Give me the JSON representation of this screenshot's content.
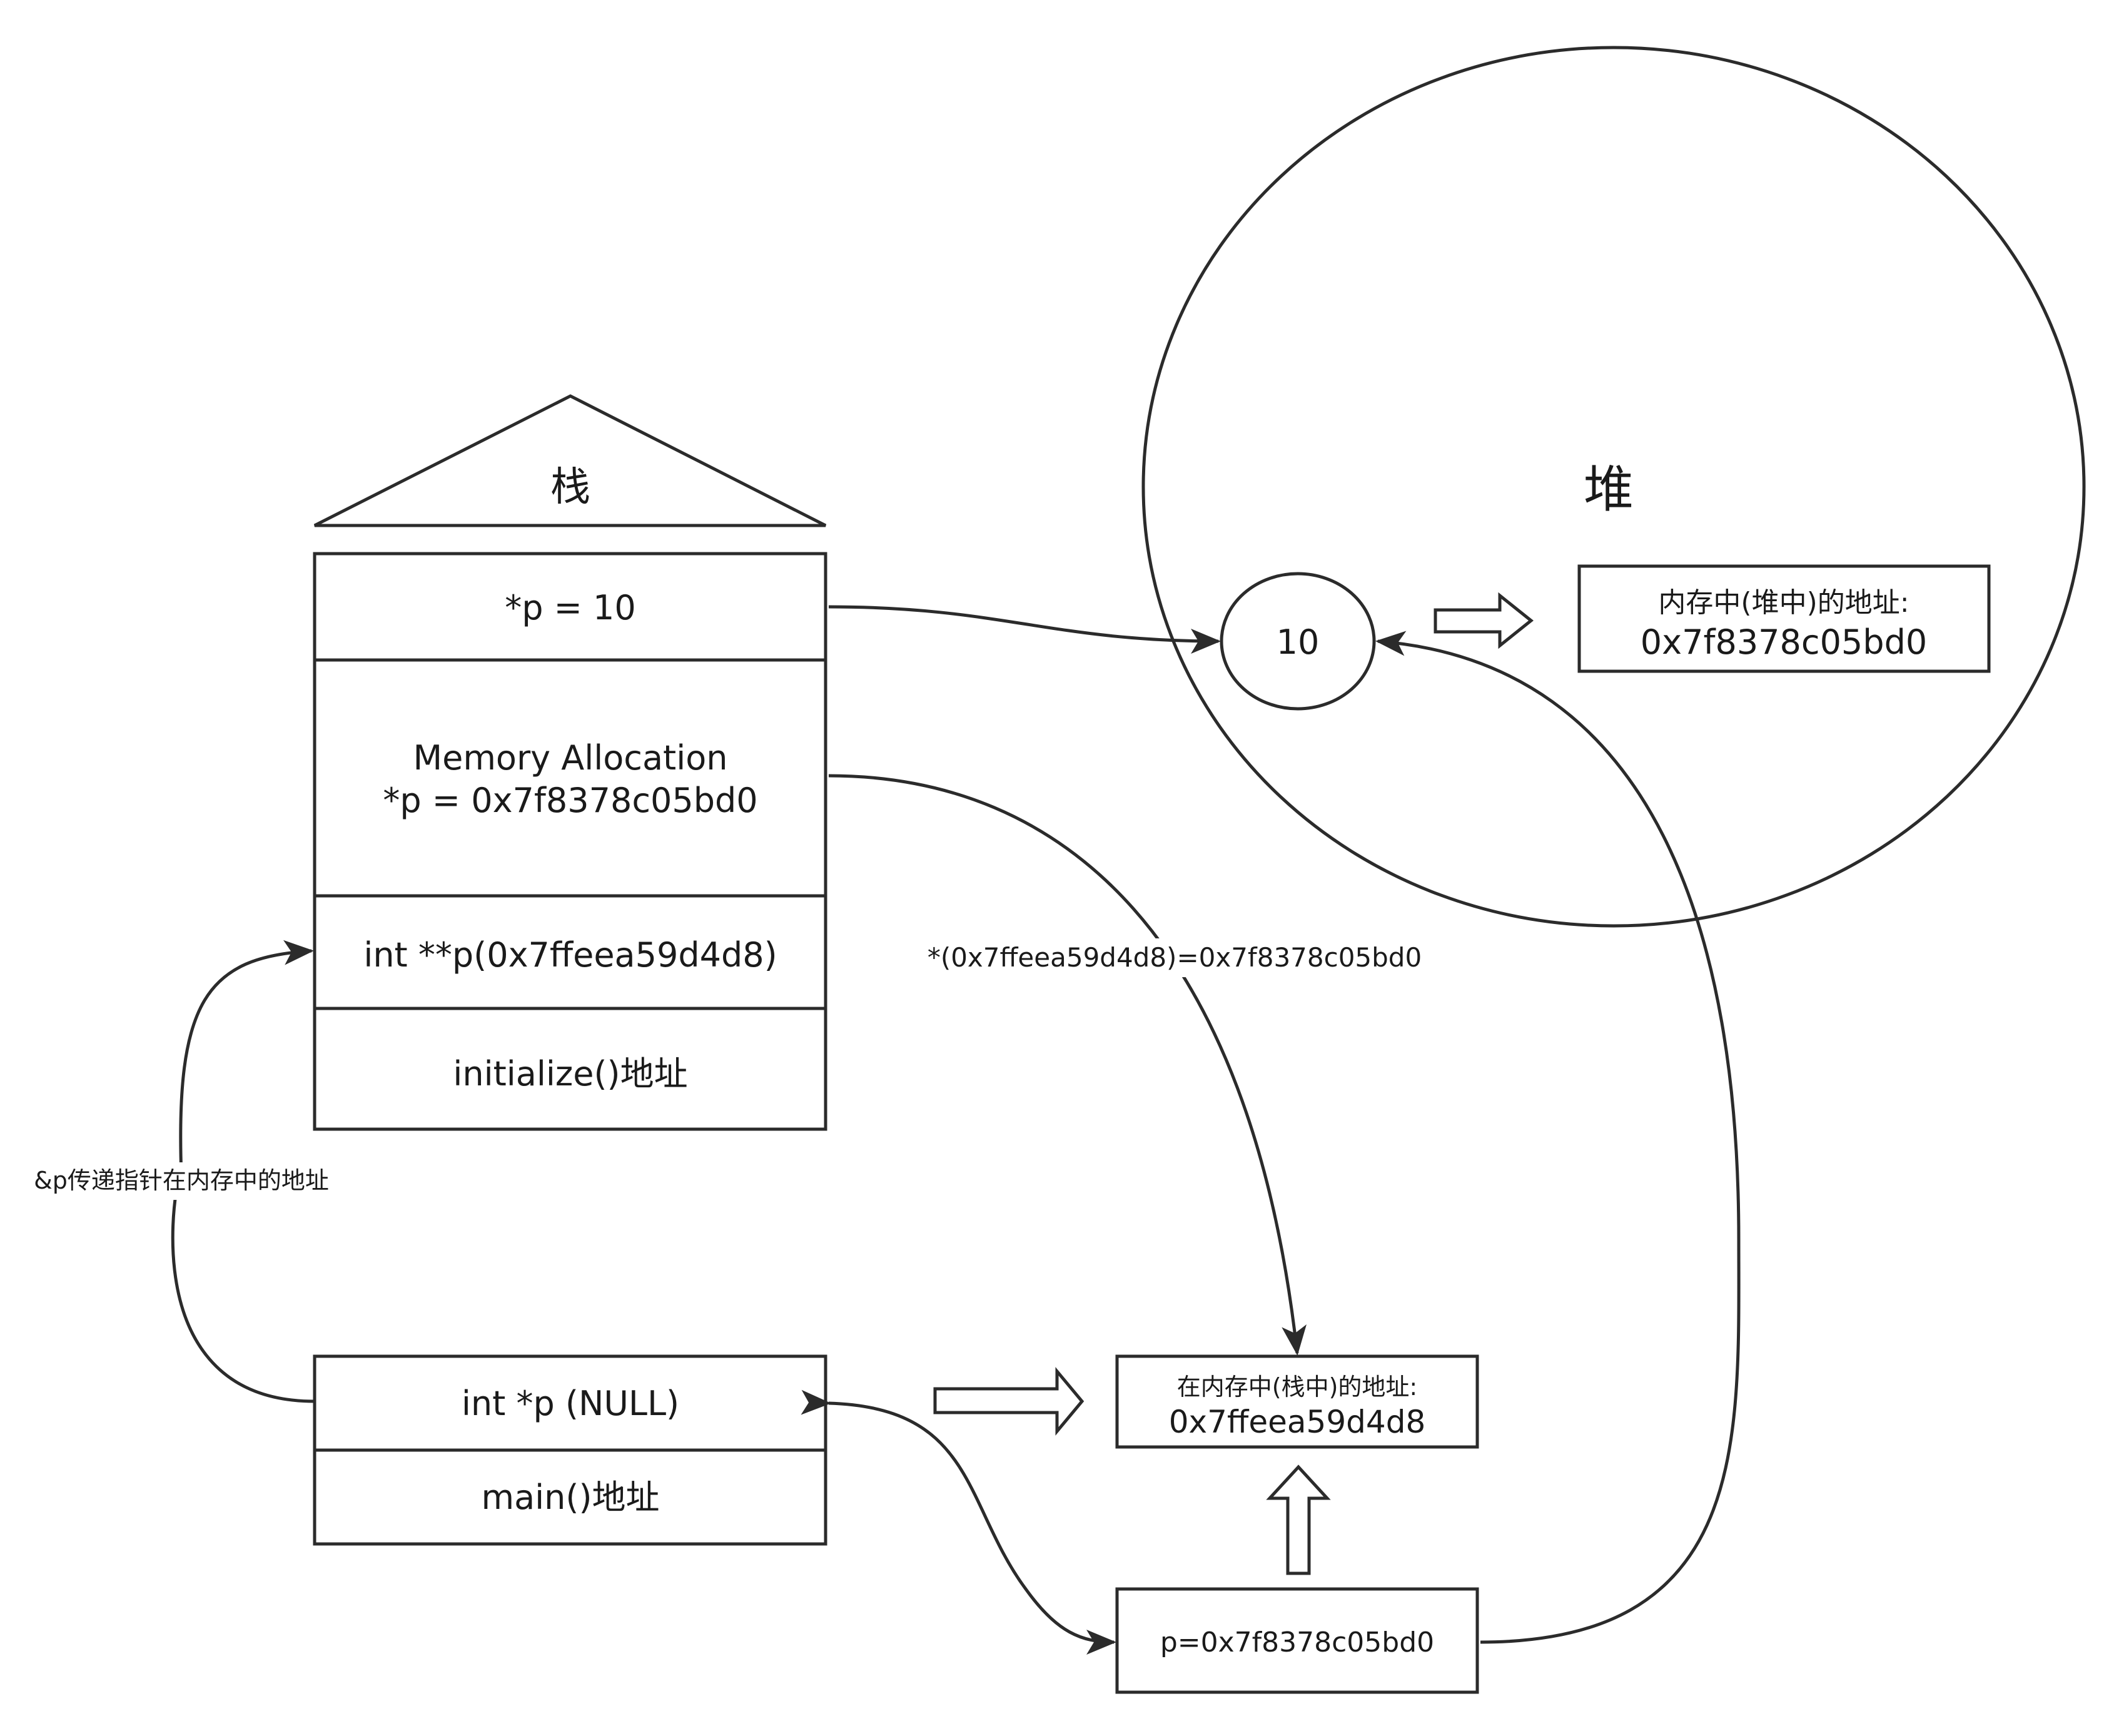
{
  "stack": {
    "title": "栈",
    "cells": {
      "deref_assign": "*p = 10",
      "alloc_line1": "Memory Allocation",
      "alloc_line2": "*p = 0x7f8378c05bd0",
      "param": "int **p(0x7ffeea59d4d8)",
      "init_func": "initialize()地址"
    },
    "main_cells": {
      "pointer": "int *p (NULL)",
      "main_func": "main()地址"
    }
  },
  "heap": {
    "title": "堆",
    "value": "10",
    "address_line1": "内存中(堆中)的地址:",
    "address_line2": "0x7f8378c05bd0"
  },
  "stack_address_box": {
    "line1": "在内存中(栈中)的地址:",
    "line2": "0x7ffeea59d4d8"
  },
  "pointer_value_box": {
    "label": "p=0x7f8378c05bd0"
  },
  "edge_labels": {
    "pass_pointer": "&p传递指针在内存中的地址",
    "deref": "*(0x7ffeea59d4d8)=0x7f8378c05bd0"
  }
}
